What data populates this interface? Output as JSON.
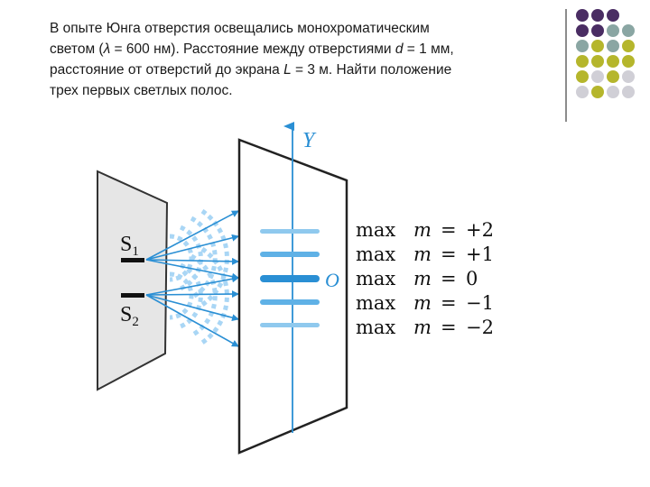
{
  "problem": {
    "line1": "В опыте Юнга отверстия освещались монохроматическим",
    "line2_a": "светом (",
    "line2_lambda": "λ",
    "line2_b": " = 600 нм). Расстояние между отверстиями ",
    "line2_d": "d",
    "line2_c": " = 1 мм,",
    "line3_a": "расстояние от отверстий до экрана ",
    "line3_L": "L",
    "line3_b": " = 3 м. Найти положение",
    "line4": "трех первых светлых полос."
  },
  "decor": {
    "colors": {
      "purple": "#4a2d63",
      "teal": "#8aa6a3",
      "olive": "#b5b62c",
      "gray": "#d0cfd6"
    },
    "dot_grid": [
      [
        "purple",
        "purple",
        "purple"
      ],
      [
        "purple",
        "purple",
        "teal",
        "teal"
      ],
      [
        "teal",
        "olive",
        "teal",
        "olive"
      ],
      [
        "olive",
        "olive",
        "olive",
        "olive"
      ],
      [
        "olive",
        "gray",
        "olive",
        "gray"
      ],
      [
        "gray",
        "olive",
        "gray",
        "gray"
      ]
    ]
  },
  "diagram": {
    "axis_label": "Y",
    "origin_label": "O",
    "slit1_label": "S",
    "slit1_sub": "1",
    "slit2_label": "S",
    "slit2_sub": "2",
    "max_labels": [
      {
        "word": "max",
        "var": "m",
        "eq": "=",
        "val": "+2"
      },
      {
        "word": "max",
        "var": "m",
        "eq": "=",
        "val": "+1"
      },
      {
        "word": "max",
        "var": "m",
        "eq": "=",
        "val": "0"
      },
      {
        "word": "max",
        "var": "m",
        "eq": "=",
        "val": "−1"
      },
      {
        "word": "max",
        "var": "m",
        "eq": "=",
        "val": "−2"
      }
    ]
  }
}
